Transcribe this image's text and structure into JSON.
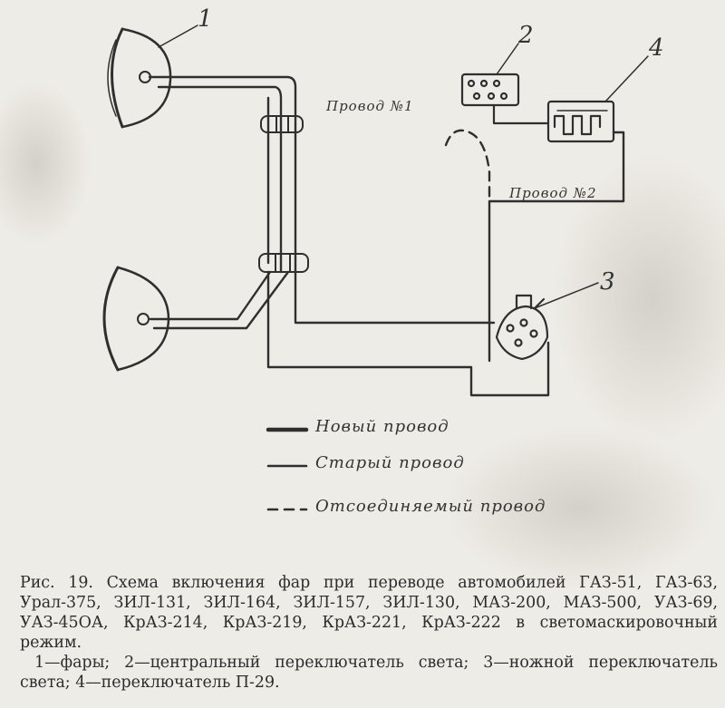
{
  "diagram": {
    "callouts": [
      {
        "id": "headlight",
        "number": "1"
      },
      {
        "id": "central-switch",
        "number": "2"
      },
      {
        "id": "foot-switch",
        "number": "3"
      },
      {
        "id": "p29-switch",
        "number": "4"
      }
    ],
    "wire_labels": {
      "wire1": "Провод №1",
      "wire2": "Провод №2"
    },
    "legend": [
      {
        "style": "new",
        "label": "Новый провод"
      },
      {
        "style": "old",
        "label": "Старый провод"
      },
      {
        "style": "detachable",
        "label": "Отсоединяемый провод"
      }
    ],
    "colors": {
      "ink": "#2f2f2f",
      "paper": "#eeece6",
      "smudge": "#c9c6bf"
    }
  },
  "caption": {
    "title_text": "Рис. 19. Схема включения фар при переводе автомобилей ГАЗ-51, ГАЗ-63, Урал-375, ЗИЛ-131, ЗИЛ-164, ЗИЛ-157, ЗИЛ-130, МАЗ-200, МАЗ-500, УАЗ-69, УАЗ-45ОА, КрАЗ-214, КрАЗ-219, КрАЗ-221, КрАЗ-222 в светомаскировочный режим.",
    "legend_text": "1—фары; 2—центральный переключатель света; 3—ножной переключатель света; 4—переключатель П-29."
  }
}
